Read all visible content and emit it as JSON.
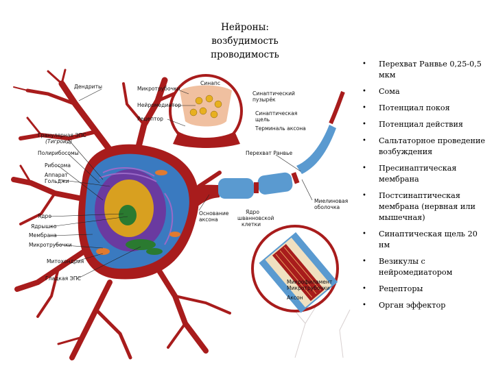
{
  "title": {
    "line1": "Нейроны:",
    "line2": "возбудимость",
    "line3": "проводимость"
  },
  "bullets": [
    "Перехват Ранвье 0,25-0,5 мкм",
    "Сома",
    "Потенциал покоя",
    "Потенциал действия",
    "Сальтаторное проведение возбуждения",
    "Пресинаптическая мембрана",
    "Постсинаптическая мембрана (нервная или мышечная)",
    "Синаптическая щель 20 нм",
    "Везикулы с нейромедиатором",
    "Рецепторы",
    "Орган эффектор"
  ],
  "diagram_labels": {
    "dendrites": "Дендриты",
    "microtubules": "Микротрубочки",
    "neurotransmitter": "Нейромедиатор",
    "receptor": "Рецептор",
    "synapse": "Синапс",
    "synaptic_vesicle_1": "Синаптический",
    "synaptic_vesicle_2": "пузырёк",
    "synaptic_cleft_1": "Синаптическая",
    "synaptic_cleft_2": "щель",
    "axon_terminal": "Терминаль аксона",
    "rough_er_1": "Гранулярная ЭПС",
    "rough_er_2": "(Тигроид)",
    "polyribosomes": "Полирибосомы",
    "ribosome": "Рибосома",
    "golgi_1": "Аппарат",
    "golgi_2": "Гольджи",
    "nucleus": "Ядро",
    "nucleolus": "Ядрышко",
    "membrane": "Мембрана",
    "microtubule": "Микротрубочки",
    "mitochondrion": "Митохондрия",
    "smooth_er": "Гладкая ЭПС",
    "node_of_ranvier": "Перехват Ранвье",
    "axon_hillock_1": "Основание",
    "axon_hillock_2": "аксона",
    "schwann_1": "Ядро",
    "schwann_2": "шванновской",
    "schwann_3": "клетки",
    "myelin_1": "Миелиновая",
    "myelin_2": "оболочка",
    "microfilament": "Микрофиламент",
    "microtubule_b": "Микротрубочки",
    "axon": "Аксон"
  },
  "colors": {
    "neuron": "#a81c1c",
    "soma_light": "#c63a2a",
    "nucleus": "#6a3aa0",
    "myelin": "#5a9ad0",
    "myelin_dark": "#2f6aa8",
    "cytoplasm": "#3a7ac0"
  }
}
